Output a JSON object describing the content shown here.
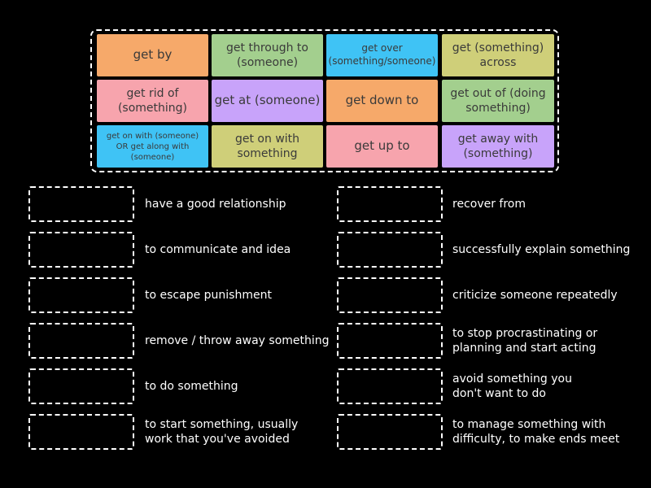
{
  "colors": {
    "orange": "#f6a96a",
    "green": "#a3cf8e",
    "blue": "#3fc3f5",
    "olive": "#cfcf79",
    "pink": "#f7a4ad",
    "purple": "#c8a3fa",
    "background": "#000000",
    "outline": "#ffffff"
  },
  "tiles": [
    {
      "label": "get by",
      "color": "orange"
    },
    {
      "label": "get through to (someone)",
      "color": "green"
    },
    {
      "label": "get over (something/someone)",
      "color": "blue"
    },
    {
      "label": "get (something) across",
      "color": "olive"
    },
    {
      "label": "get rid of (something)",
      "color": "pink"
    },
    {
      "label": "get at (someone)",
      "color": "purple"
    },
    {
      "label": "get down to",
      "color": "orange"
    },
    {
      "label": "get out of (doing something)",
      "color": "green"
    },
    {
      "label": "get on with (someone) OR get along with (someone)",
      "color": "blue"
    },
    {
      "label": "get on with something",
      "color": "olive"
    },
    {
      "label": "get up to",
      "color": "pink"
    },
    {
      "label": "get away with (something)",
      "color": "purple"
    }
  ],
  "definitions_left": [
    "have a good relationship",
    "to communicate and idea",
    "to escape punishment",
    "remove / throw away something",
    "to do something",
    "to start something, usually\nwork that you've avoided"
  ],
  "definitions_right": [
    "recover from",
    "successfully explain something",
    "criticize someone repeatedly",
    "to stop procrastinating or\nplanning and start acting",
    "avoid something you\ndon't want to do",
    "to manage something with\ndifficulty, to make ends meet"
  ]
}
